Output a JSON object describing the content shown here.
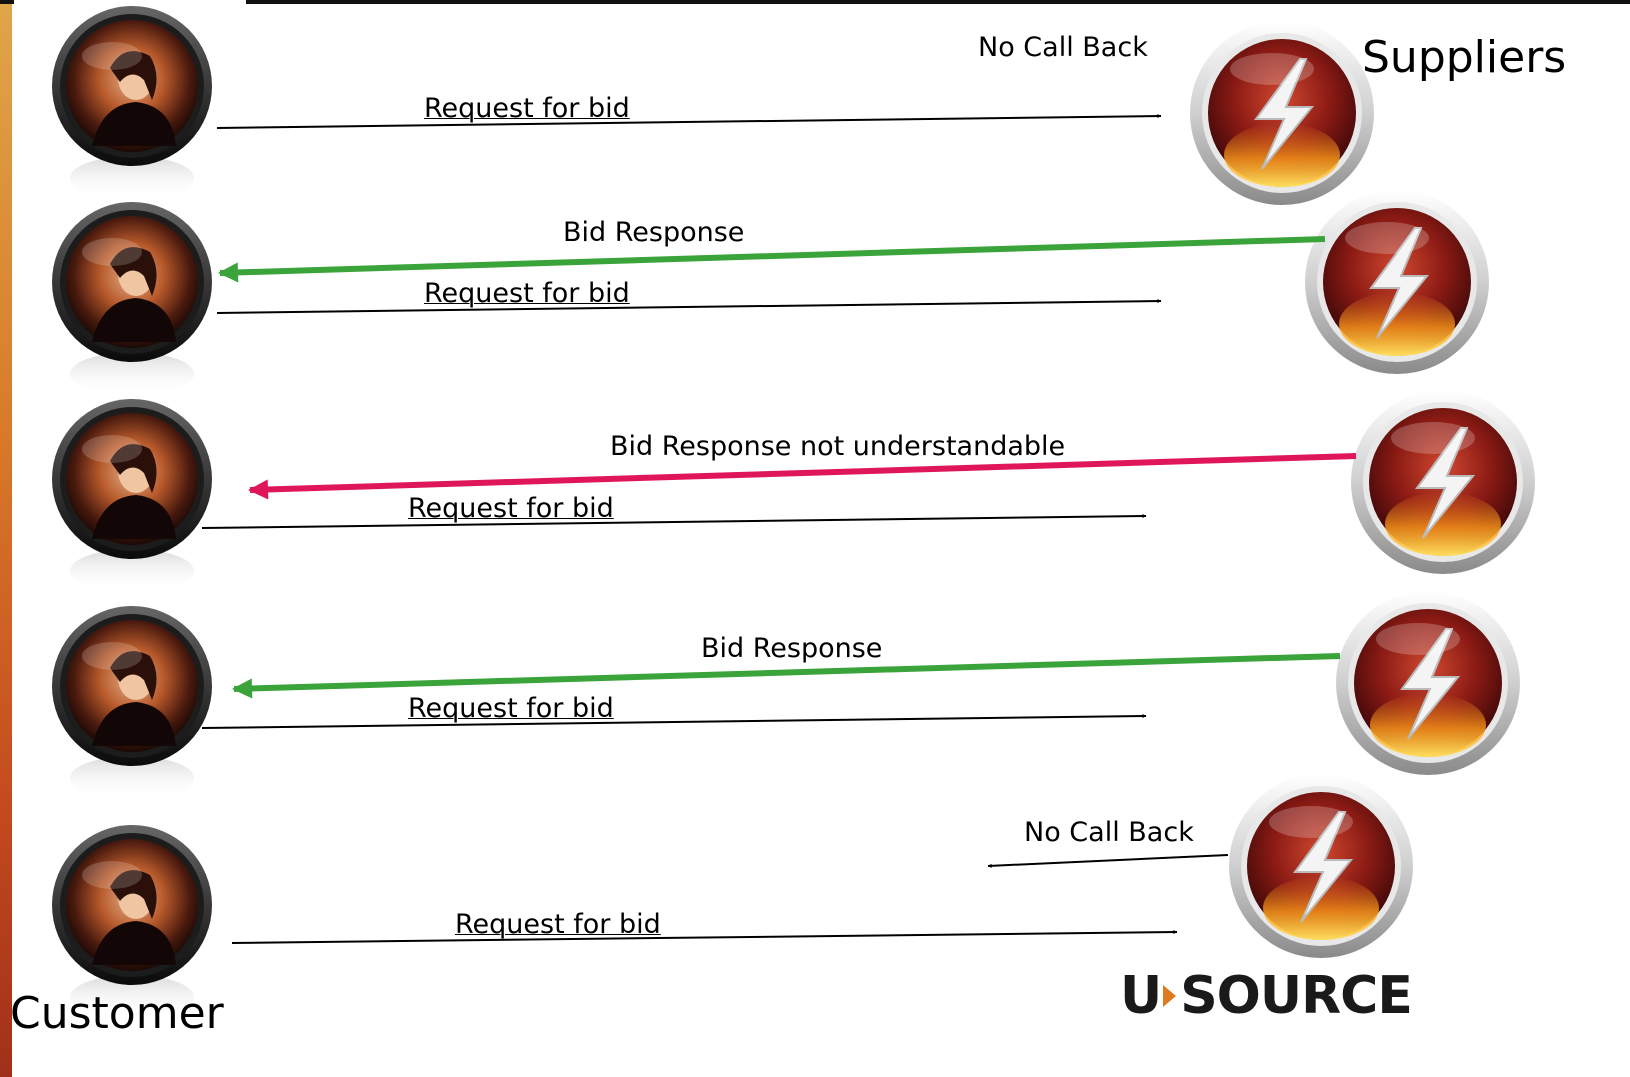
{
  "labels": {
    "suppliers": "Suppliers",
    "customer": "Customer"
  },
  "messages": {
    "row1_request": "Request for bid",
    "row1_no_call_back": "No Call Back",
    "row2_bid_response": "Bid Response",
    "row2_request": "Request for bid",
    "row3_bid_response": "Bid Response not  understandable",
    "row3_request": "Request for bid",
    "row4_bid_response": "Bid Response",
    "row4_request": "Request for bid",
    "row5_no_call_back": "No Call Back",
    "row5_request": "Request for bid"
  },
  "logo": {
    "left": "U",
    "right": "SOURCE"
  },
  "colors": {
    "request_arrow": "#000000",
    "bid_response": "#3aa33a",
    "bid_response_bad": "#e0165a",
    "logo_accent": "#e07a20"
  },
  "icons": {
    "customer": "customer-avatar-icon",
    "supplier": "lightning-bolt-icon"
  }
}
